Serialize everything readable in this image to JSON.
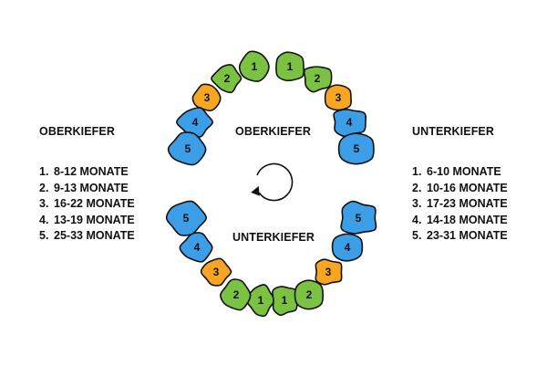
{
  "colors": {
    "incisor": "#7cc242",
    "canine": "#f6a623",
    "molar": "#3d9ee8",
    "outline": "#111111"
  },
  "left_panel": {
    "heading": "OBERKIEFER",
    "items": [
      {
        "num": "1.",
        "text": "8-12 MONATE"
      },
      {
        "num": "2.",
        "text": "9-13 MONATE"
      },
      {
        "num": "3.",
        "text": "16-22 MONATE"
      },
      {
        "num": "4.",
        "text": "13-19 MONATE"
      },
      {
        "num": "5.",
        "text": "25-33 MONATE"
      }
    ]
  },
  "right_panel": {
    "heading": "UNTERKIEFER",
    "items": [
      {
        "num": "1.",
        "text": "6-10 MONATE"
      },
      {
        "num": "2.",
        "text": "10-16 MONATE"
      },
      {
        "num": "3.",
        "text": "17-23 MONATE"
      },
      {
        "num": "4.",
        "text": "14-18 MONATE"
      },
      {
        "num": "5.",
        "text": "23-31 MONATE"
      }
    ]
  },
  "center": {
    "upper_label": "OBERKIEFER",
    "lower_label": "UNTERKIEFER",
    "rotation_icon": "rotate-counterclockwise-icon"
  },
  "teeth": {
    "upper": [
      {
        "label": "1",
        "type": "incisor"
      },
      {
        "label": "1",
        "type": "incisor"
      },
      {
        "label": "2",
        "type": "incisor"
      },
      {
        "label": "2",
        "type": "incisor"
      },
      {
        "label": "3",
        "type": "canine"
      },
      {
        "label": "3",
        "type": "canine"
      },
      {
        "label": "4",
        "type": "molar"
      },
      {
        "label": "4",
        "type": "molar"
      },
      {
        "label": "5",
        "type": "molar"
      },
      {
        "label": "5",
        "type": "molar"
      }
    ],
    "lower": [
      {
        "label": "1",
        "type": "incisor"
      },
      {
        "label": "1",
        "type": "incisor"
      },
      {
        "label": "2",
        "type": "incisor"
      },
      {
        "label": "2",
        "type": "incisor"
      },
      {
        "label": "3",
        "type": "canine"
      },
      {
        "label": "3",
        "type": "canine"
      },
      {
        "label": "4",
        "type": "molar"
      },
      {
        "label": "4",
        "type": "molar"
      },
      {
        "label": "5",
        "type": "molar"
      },
      {
        "label": "5",
        "type": "molar"
      }
    ]
  }
}
